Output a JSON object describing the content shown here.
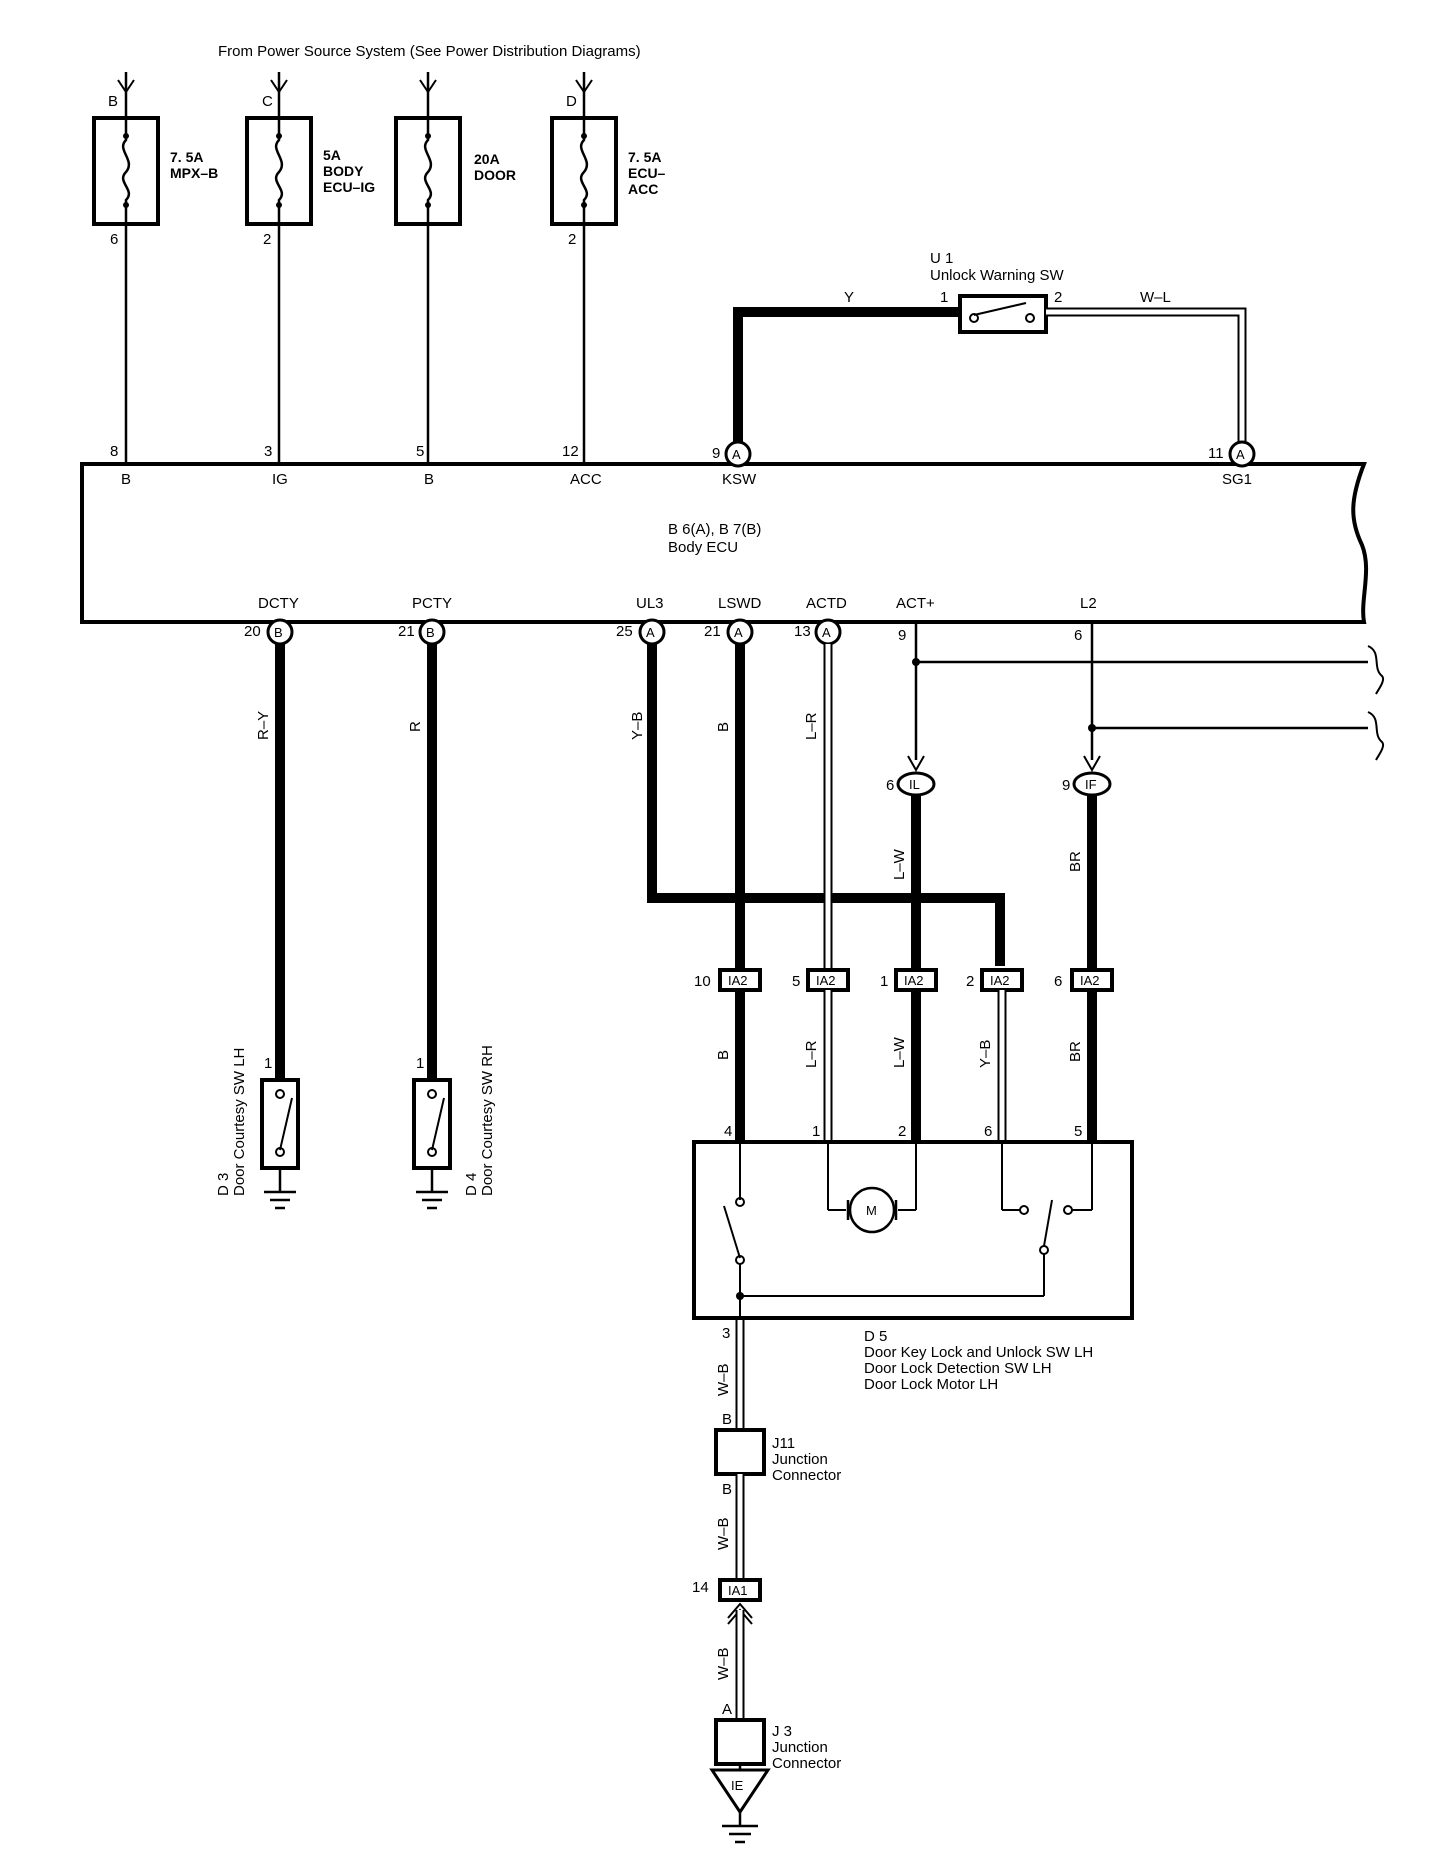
{
  "header": {
    "power_source": "From Power Source System (See Power Distribution Diagrams)"
  },
  "fuses": [
    {
      "in_pin": "B",
      "out_pin": "6",
      "rating": "7. 5A",
      "name1": "MPX–B",
      "name2": ""
    },
    {
      "in_pin": "C",
      "out_pin": "2",
      "rating": "5A",
      "name1": "BODY",
      "name2": "ECU–IG"
    },
    {
      "in_pin": "",
      "out_pin": "",
      "rating": "20A",
      "name1": "DOOR",
      "name2": ""
    },
    {
      "in_pin": "D",
      "out_pin": "2",
      "rating": "7. 5A",
      "name1": "ECU–",
      "name2": "ACC"
    }
  ],
  "unlock_sw": {
    "ref": "U 1",
    "name": "Unlock Warning SW",
    "pin1": "1",
    "pin2": "2",
    "wire_in": "Y",
    "wire_out": "W–L"
  },
  "ecu": {
    "ref": "B 6(A), B 7(B)",
    "name": "Body ECU",
    "top_terms": [
      {
        "pin": "8",
        "label": "B"
      },
      {
        "pin": "3",
        "label": "IG"
      },
      {
        "pin": "5",
        "label": "B"
      },
      {
        "pin": "12",
        "label": "ACC"
      },
      {
        "pin": "9",
        "conn": "A",
        "label": "KSW"
      },
      {
        "pin": "11",
        "conn": "A",
        "label": "SG1"
      }
    ],
    "bottom_terms": [
      {
        "pin": "20",
        "conn": "B",
        "label": "DCTY"
      },
      {
        "pin": "21",
        "conn": "B",
        "label": "PCTY"
      },
      {
        "pin": "25",
        "conn": "A",
        "label": "UL3"
      },
      {
        "pin": "21",
        "conn": "A",
        "label": "LSWD"
      },
      {
        "pin": "13",
        "conn": "A",
        "label": "ACTD"
      },
      {
        "pin": "9",
        "conn": "",
        "label": "ACT+"
      },
      {
        "pin": "6",
        "conn": "",
        "label": "L2"
      }
    ]
  },
  "wires": {
    "dcty": "R–Y",
    "pcty": "R",
    "ul3": "Y–B",
    "lswd": "B",
    "actd": "L–R",
    "il": "L–W",
    "if": "BR",
    "d5_b": "B",
    "d5_lr": "L–R",
    "d5_lw": "L–W",
    "d5_yb": "Y–B",
    "d5_br": "BR",
    "wb1": "W–B",
    "wb2": "W–B",
    "wb3": "W–B"
  },
  "splices": [
    {
      "pin": "6",
      "label": "IL"
    },
    {
      "pin": "9",
      "label": "IF"
    }
  ],
  "ia2": [
    {
      "pin": "10",
      "label": "IA2"
    },
    {
      "pin": "5",
      "label": "IA2"
    },
    {
      "pin": "1",
      "label": "IA2"
    },
    {
      "pin": "2",
      "label": "IA2"
    },
    {
      "pin": "6",
      "label": "IA2"
    }
  ],
  "d3": {
    "pin": "1",
    "ref": "D 3",
    "name": "Door Courtesy SW LH"
  },
  "d4": {
    "pin": "1",
    "ref": "D 4",
    "name": "Door Courtesy SW RH"
  },
  "d5": {
    "pins": [
      "4",
      "1",
      "2",
      "6",
      "5",
      "3"
    ],
    "motor": "M",
    "ref": "D 5",
    "line1": "Door Key Lock and Unlock SW LH",
    "line2": "Door Lock Detection SW LH",
    "line3": "Door Lock Motor LH"
  },
  "j11": {
    "pin_top": "B",
    "pin_bot": "B",
    "ref": "J11",
    "name1": "Junction",
    "name2": "Connector"
  },
  "ia1": {
    "pin": "14",
    "label": "IA1"
  },
  "j3": {
    "pin_top": "A",
    "ref": "J 3",
    "name1": "Junction",
    "name2": "Connector"
  },
  "ground": {
    "label": "IE"
  }
}
